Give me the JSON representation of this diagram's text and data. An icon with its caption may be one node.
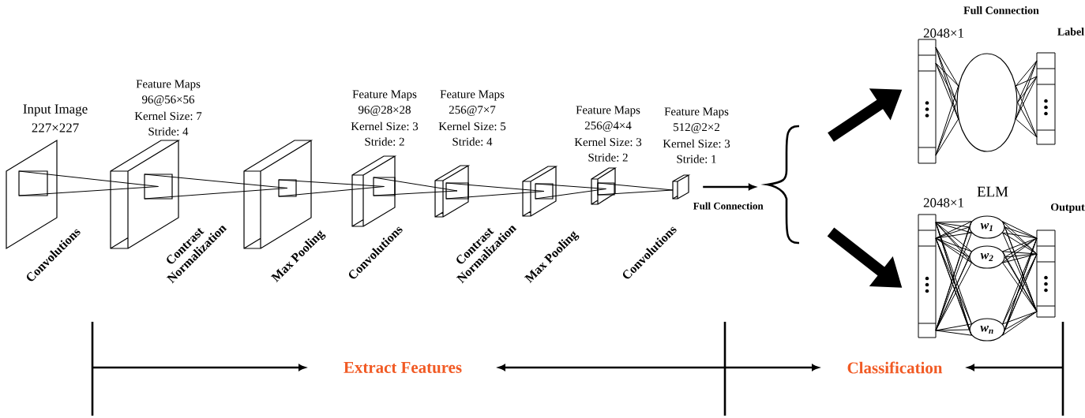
{
  "diagram": {
    "nodes": [
      {
        "text": [],
        "shape": "box",
        "beside": [
          "Input Image",
          "227×227"
        ]
      },
      {
        "text": [],
        "shape": "box",
        "beside": [
          "Feature Maps",
          "96@56×56",
          "Kernel Size: 7",
          "Stride: 4"
        ]
      },
      {
        "text": [],
        "shape": "box"
      },
      {
        "text": [],
        "shape": "box",
        "beside": [
          "Feature Maps",
          "96@28×28",
          "Kernel Size: 3",
          "Stride: 2"
        ]
      },
      {
        "text": [],
        "shape": "box",
        "beside": [
          "Feature Maps",
          "256@7×7",
          "Kernel Size: 5",
          "Stride: 4"
        ]
      },
      {
        "text": [],
        "shape": "box"
      },
      {
        "text": [],
        "shape": "box",
        "beside": [
          "Feature Maps",
          "256@4×4",
          "Kernel Size: 3",
          "Stride: 2"
        ]
      },
      {
        "text": [],
        "shape": "box",
        "beside": [
          "Feature Maps",
          "512@2×2",
          "Kernel Size: 3",
          "Stride: 1"
        ]
      },
      {
        "text": [],
        "shape": "brace"
      },
      {
        "text": [],
        "shape": "bar",
        "beside": [
          "2048×1"
        ]
      },
      {
        "text": [],
        "shape": "circle"
      },
      {
        "text": [],
        "shape": "bar",
        "beside": [
          "Label"
        ]
      },
      {
        "text": [],
        "shape": "bar",
        "beside": [
          "2048×1"
        ]
      },
      {
        "text": [
          "w$_{1}$"
        ]
      },
      {
        "text": [
          "w$_{2}$"
        ]
      },
      {
        "text": [
          "w$_{n}$"
        ]
      },
      {
        "text": [],
        "shape": "bar",
        "beside": [
          "Output"
        ]
      }
    ],
    "edges": [
      {
        "from": 0,
        "to": 1,
        "arrow": "none"
      },
      {
        "from": 1,
        "to": 2,
        "arrow": "none"
      },
      {
        "from": 2,
        "to": 3,
        "arrow": "none"
      },
      {
        "from": 3,
        "to": 4,
        "arrow": "none"
      },
      {
        "from": 4,
        "to": 5,
        "arrow": "none"
      },
      {
        "from": 5,
        "to": 6,
        "arrow": "none"
      },
      {
        "from": 6,
        "to": 7,
        "arrow": "none"
      },
      {
        "from": 7,
        "to": 8,
        "arrow": "to",
        "label": "Full Connection"
      },
      {
        "from": 8,
        "to": 9,
        "arrow": "to",
        "style": "thick"
      },
      {
        "from": 8,
        "to": 12,
        "arrow": "to",
        "style": "thick"
      },
      {
        "from": 9,
        "to": 10,
        "arrow": "none"
      },
      {
        "from": 10,
        "to": 11,
        "arrow": "none"
      },
      {
        "from": 12,
        "to": 13,
        "arrow": "none"
      },
      {
        "from": 12,
        "to": 14,
        "arrow": "none"
      },
      {
        "from": 12,
        "to": 15,
        "arrow": "none"
      },
      {
        "from": 13,
        "to": 16,
        "arrow": "none"
      },
      {
        "from": 14,
        "to": 16,
        "arrow": "none"
      },
      {
        "from": 15,
        "to": 16,
        "arrow": "none"
      }
    ],
    "labels": [
      "Convolutions",
      "Contrast Normalization",
      "Max Pooling",
      "Convolutions",
      "Contrast Normalization",
      "Max Pooling",
      "Convolutions",
      "Full Connection",
      "ELM",
      "Extract Features",
      "Classification"
    ]
  }
}
